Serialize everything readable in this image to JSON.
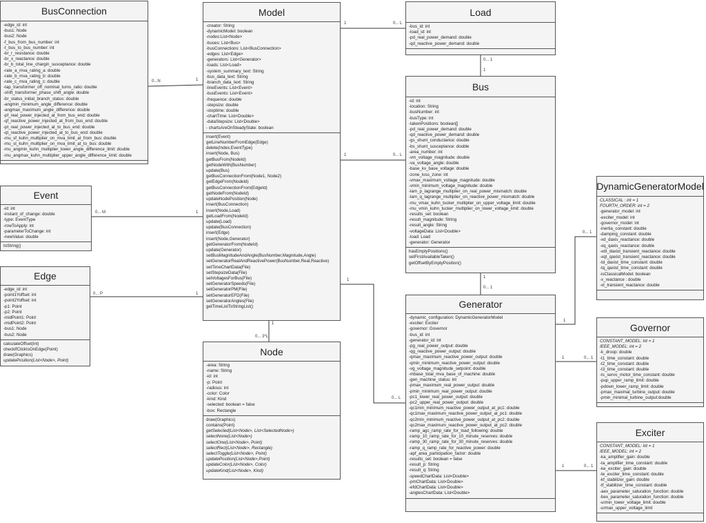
{
  "classes": {
    "busconnection": {
      "name": "BusConnection",
      "attributes": [
        "-edge_id: int",
        "-bus1: Node",
        "-bus2: Node",
        "-f_bus_from_bus_number: int",
        "-t_bus_to_bus_number: int",
        "-br_r_resistance: double",
        "-br_x_reactance: double",
        "-br_b_total_line_chargin_susceptance: double",
        "-rate_a_mva_rating_a: double",
        "-rate_b_mva_rating_b: double",
        "-rate_c_mva_rating_c: double",
        "-tap_transformer_off_nominal_turns_ratio: double",
        "-shift_transformer_phase_shift_angle: double",
        "-br_status_initial_branch_status: double",
        "-angmin_minimum_angle_difference: double",
        "-angmax_maximum_angle_difference: double",
        "-pf_real_power_injected_at_from_bus_end: double",
        "-qf_reactive_power_injected_at_from_bus_end: double",
        "-pt_real_power_injected_at_to_bus_end: double",
        "-qt_reactive_power_injected_at_to_bus_end: double",
        "-mu_sf_kuhn_multiplier_on_mva_limit_at_from_bus: double",
        "-mu_st_kuhn_multiplier_on_mva_limit_at_to_bus: double",
        "-mu_angmin_kuhn_multiplier_lower_angle_difference_limit: double",
        "-mu_angmax_kuhn_multiplier_upper_angle_difference_limit: double"
      ],
      "operations": []
    },
    "event": {
      "name": "Event",
      "attributes": [
        "-id: int",
        "-instant_of_change: double",
        "-type: EventType",
        "-rowToApply: int",
        "-parameterToChange: int",
        "-newValue: double"
      ],
      "operations": [
        "toString()"
      ]
    },
    "edge": {
      "name": "Edge",
      "attributes": [
        "-edge_id: int",
        "-point1Yoffset: int",
        "-point2Yoffset: int",
        "-p1: Point",
        "-p2: Point",
        "-midPoint1: Point",
        "-midPoint2: Point",
        "-bus1: Node",
        "-bus2: Node"
      ],
      "operations": [
        "calculateOffset(int)",
        "checkIfClickIsOnEdge(Point)",
        "draw(Graphics)",
        "updatePosition(List<Node>, Point)"
      ]
    },
    "model": {
      "name": "Model",
      "attributes": [
        "-creator: String",
        "-dynamicModel: boolean",
        "-nodes:List<Node>",
        "-buses: List<Bus>",
        "-busConnections: List<BusConnection>",
        "-edges: List<Edge>",
        "-generators: List<Generator>",
        "-loads: List<Load>",
        "-system_summary_text: String",
        "-bus_data_text: String",
        "-branch_data_text: String",
        "-lineEvents: List<Event>",
        "-busEvents: List<Event>",
        "-frequence: double",
        "-stepsize: double",
        "-stoptime: double",
        "-chartTime: List<Double>",
        "-dataStepsize: List<Double>",
        "- chartsAreOnSteadyState: boolean"
      ],
      "operations": [
        "insert(Event)",
        "getLineNumberFromEdge(Edge)",
        "delete(Index,EventType)",
        "insert(Node, Bus)",
        "getBusFrom(NodeId)",
        "getNodeWith(BusNumber)",
        "update(Bus)",
        "getBusConnectionFrom(Node1, Node2)",
        "getEdgeFrom(NodeId)",
        "getBusConnectionFrom(EdgeId)",
        "getNodeFrom(NodeId)",
        "updateNodePosition(Node)",
        "insert(BusConnection)",
        "insert(Node,Load)",
        "getLoadFrom(NodeId)",
        "update(Load)",
        "update(BusConnection)",
        "insert(Edge)",
        "insert(Node,Generator)",
        "getGeneratorFrom(NodeId)",
        "update(Generator)",
        "setBusMagnitudeAndAngle(BusNumber,Magnitude,Angle)",
        "setGeneratorRealAndReactivePower(BusNumber,Real,Reactive)",
        "setTimeChartData(File)",
        "setStepsizeData(File)",
        "setVoltagesForBus(File)",
        "setGeneratorSpeeds(File)",
        "setGeneratorPM(File)",
        "setGeneratorEFD(File)",
        "setGeneratorAngles(File)",
        "getTimeListToStringList()"
      ]
    },
    "node": {
      "name": "Node",
      "attributes": [
        "-area: String",
        "-name: String",
        "-id: int",
        "-p: Point",
        "-radious: int",
        "-color: Color",
        "-kind: Kind",
        "-selected: boolean = false",
        "-box: Rectangle"
      ],
      "operations": [
        "draw(Graphics)",
        "contains(Point)",
        "getSelected(List<Node>, List<SelectedNode>)",
        "selectNone(List<Node>)",
        "selectOne(List<Node>, Point)",
        "selectRect(List<Node>, Rectangle)",
        "selectToggle(List<Node>, Point)",
        "updatePosition(List<Node>,Point)",
        "updateColor(List<Node>, Color)",
        "updateKind(List<Node>, Kind)"
      ]
    },
    "load": {
      "name": "Load",
      "attributes": [
        "-bus_id: int",
        "-load_id: int",
        "-pd_real_power_demand: double",
        "-qd_reactive_power_demand: double"
      ],
      "operations": []
    },
    "bus": {
      "name": "Bus",
      "attributes": [
        "-id: int",
        "-location: String",
        "-busNumber: int",
        "-busType: int",
        "-takenPositions: boolean[]",
        "-pd_real_power_demand: double",
        "-qd_reactive_power_demand: double",
        "-gs_shunt_conductance: double",
        "-bs_shunt_susceptance: double",
        "-area_number: int",
        "-vm_voltage_magnitude: double",
        "-va_voltage_angle: double",
        "-base_kv_base_voltage: double",
        "-zone_loss_zone: int",
        "-vmax_maximum_voltage_magnitude: double",
        "-vmin_minimum_voltage_magnitude: double",
        "-lam_p_lagrange_multiplier_on_real_power_mismatch: double",
        "-lam_q_lagrange_multiplier_on_reactive_power_mismatch: double",
        "-mu_vmax_kuhn_tucker_multiplier_on_upper_voltage_limit: double",
        "-mu_vmin_kuhn_tucker_multiplier_on_lower_voltage_limit: double",
        "-results_set: boolean",
        "-result_magnitude: String",
        "-result_angle: String",
        "-voltageData: List<Double>",
        "-load: Load",
        "-generator: Generator"
      ],
      "operations": [
        "hasEmptyPositions()",
        "setFirstAvailableTaken()",
        "getOffsetByEmptyPosition()"
      ]
    },
    "generator": {
      "name": "Generator",
      "attributes": [
        "-dynamic_configuration: DynamicGeneratorModel",
        "-exciter: Exciter",
        "-governor: Governor",
        "-bus_id: int",
        "-generator_id: int",
        "-pg_real_power_output: double",
        "-qg_reactive_power_output: double",
        "-qmax_maximum_reactive_power_output: double",
        "-qmin_minimum_reactive_power_output: double",
        "-vg_voltage_magnitude_setpoint: double",
        "-mbase_total_mva_base_of_machine: double",
        "-gen_machine_status: int",
        "-pmax_maximum_real_power_output: double",
        "-pmin_minimum_real_power_output: double",
        "-pc1_lower_real_power_output: double",
        "-pc2_upper_real_power_output: double",
        "-qc1min_minimum_reactive_power_output_at_pc1: double",
        "-qc1max_maximum_reactive_power_output_at_pc1: double",
        "-qc2min_minimum_reactive_power_output_at_pc2: double",
        "-qc2max_maximum_reactive_power_output_at_pc2: double",
        "-ramp_agc_ramp_rate_for_load_following: double",
        "-ramp_10_ramp_rate_for_10_minute_reserves: double",
        "-ramp_30_ramp_rate_for_30_minute_reserves: double",
        "-ramp_q_ramp_rate_for_reactive_power: double",
        "-apf_area_participation_factor: double",
        "-results_set: boolean = false",
        "-result_p: String",
        "-result_q: String",
        "-speedChartData: List<Double>",
        "-pmChartData: List<Double>",
        "-efdChartData: List<Double>",
        "-anglesChartData: List<Double>"
      ],
      "operations": []
    },
    "dynamic": {
      "name": "DynamicGeneratorModel",
      "attributes": [
        "CLASSICAL : int = 1",
        "FOURTH_ORDER: int = 2",
        "-generator_model: int",
        "-exciter_model: int",
        "-governor_model: int",
        "-inertia_constant: double",
        "-damping_constant: double",
        "-xd_daxis_reactance: double",
        "-xq_qaxis_reactance: double",
        "-xdt_daxist_transient_reactance: double",
        "-xqt_qaxist_transient_reactance: double",
        "-td_daxist_time_constant: double",
        "-tq_qaxist_time_constant: double",
        "-isClassicalModel: boolean",
        "-x_reactance : double",
        "-xt_transient_reactance: double"
      ],
      "operations": []
    },
    "governor": {
      "name": "Governor",
      "attributes": [
        "CONSTANT_MODEL: int = 1",
        "IEEE_MODEL: int = 2",
        "-k_droop: double",
        "-t1_time_constant: double",
        "-t2_time_constant: double",
        "-t3_time_constant: double",
        "-ts_servo_motor_time_constant: double",
        "-pup_upper_ramp_limit: double",
        "-pdown_lower_ramp_limit: double",
        "-pmax_maximal_turbine_output: double",
        "-pmin_minimal_turbine_output:double"
      ],
      "operations": []
    },
    "exciter": {
      "name": "Exciter",
      "attributes": [
        "CONSTANT_MODEL: int = 1",
        "IEEE_MODEL: int = 2",
        "-ka_amplifier_gain: double",
        "-ta_amplifier_time_constant: double",
        "-ke_exciter_gain: double",
        "-te_exciter_time_constant: double",
        "-kf_stabilizer_gain: double",
        "-tf_stabilizer_time_constant: double",
        "-aex_parameter_saturation_function: double",
        "-bex_parameter_saturation_function: double",
        "-urmin_lower_voltage_limit: double",
        "-urmax_upper_voltage_limit"
      ],
      "operations": []
    }
  },
  "multiplicities": {
    "busconn_end": "0...N",
    "busconn_model_end": "1",
    "event_end": "0... M",
    "event_model_end": "1",
    "edge_end": "0... P",
    "edge_model_end": "1",
    "load_model_end": "1",
    "load_end": "0... L",
    "load_bus_top": "0... 1",
    "load_bus_bottom": "1",
    "bus_model_end": "1",
    "bus_end": "0... L",
    "node_model_end": "1",
    "node_end": "0... 3*L",
    "gen_bus_top": "1",
    "gen_bus_bottom": "0... 1",
    "gen_model_end": "1",
    "gen_end": "0... L",
    "dyn_gen_end": "1",
    "dyn_end": "0... 1",
    "gov_gen_end": "1",
    "gov_end": "0... 1",
    "exc_gen_end": "1",
    "exc_end": "0... 1"
  }
}
